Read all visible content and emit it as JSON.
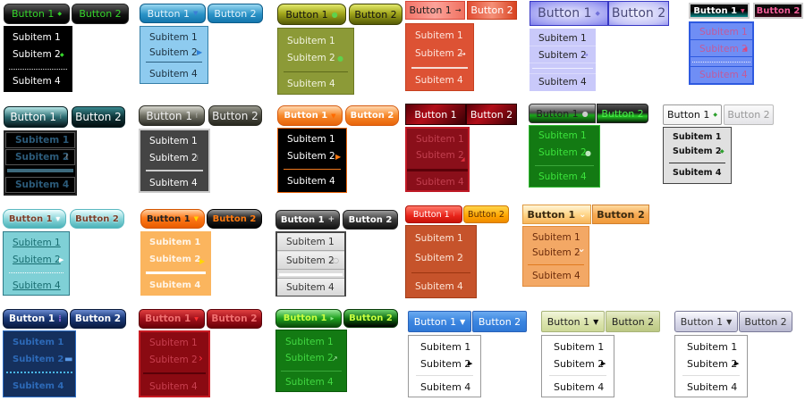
{
  "menus": [
    {
      "id": "m1",
      "button1": "Button 1",
      "button2": "Button 2",
      "items": [
        "Subitem 1",
        "Subitem 2",
        "Subitem 4"
      ],
      "theme": "black-green"
    },
    {
      "id": "m2",
      "button1": "Button 1",
      "button2": "Button 2",
      "items": [
        "Subitem 1",
        "Subitem 2",
        "Subitem 4"
      ],
      "theme": "sky-blue"
    },
    {
      "id": "m3",
      "button1": "Button 1",
      "button2": "Button 2",
      "items": [
        "Subitem 1",
        "Subitem 2",
        "Subitem 4"
      ],
      "theme": "olive"
    },
    {
      "id": "m4",
      "button1": "Button 1",
      "button2": "Button 2",
      "items": [
        "Subitem 1",
        "Subitem 2",
        "Subitem 4"
      ],
      "theme": "red-orange"
    },
    {
      "id": "m5",
      "button1": "Button 1",
      "button2": "Button 2",
      "items": [
        "Subitem 1",
        "Subitem 2",
        "Subitem 4"
      ],
      "theme": "lavender"
    },
    {
      "id": "m6",
      "button1": "Button 1",
      "button2": "Button 2",
      "items": [
        "Subitem 1",
        "Subitem 2",
        "Subitem 4"
      ],
      "theme": "black-pink"
    },
    {
      "id": "m7",
      "button1": "Button 1",
      "button2": "Button 2",
      "items": [
        "Subitem 1",
        "Subitem 2",
        "Subitem 4"
      ],
      "theme": "teal-dark"
    },
    {
      "id": "m8",
      "button1": "Button 1",
      "button2": "Button 2",
      "items": [
        "Subitem 1",
        "Subitem 2",
        "Subitem 4"
      ],
      "theme": "gray-dark"
    },
    {
      "id": "m9",
      "button1": "Button 1",
      "button2": "Button 2",
      "items": [
        "Subitem 1",
        "Subitem 2",
        "Subitem 4"
      ],
      "theme": "orange-black"
    },
    {
      "id": "m10",
      "button1": "Button 1",
      "button2": "Button 2",
      "items": [
        "Subitem 1",
        "Subitem 2",
        "Subitem 4"
      ],
      "theme": "crimson"
    },
    {
      "id": "m11",
      "button1": "Button 1",
      "button2": "Button 2",
      "items": [
        "Subitem 1",
        "Subitem 2",
        "Subitem 4"
      ],
      "theme": "neon-green"
    },
    {
      "id": "m12",
      "button1": "Button 1",
      "button2": "Button 2",
      "items": [
        "Subitem 1",
        "Subitem 2",
        "Subitem 4"
      ],
      "theme": "light-gray"
    },
    {
      "id": "m13",
      "button1": "Button 1",
      "button2": "Button 2",
      "items": [
        "Subitem 1",
        "Subitem 2",
        "Subitem 4"
      ],
      "theme": "aqua"
    },
    {
      "id": "m14",
      "button1": "Button 1",
      "button2": "Button 2",
      "items": [
        "Subitem 1",
        "Subitem 2",
        "Subitem 4"
      ],
      "theme": "tangerine"
    },
    {
      "id": "m15",
      "button1": "Button 1",
      "button2": "Button 2",
      "items": [
        "Subitem 1",
        "Subitem 2",
        "Subitem 4"
      ],
      "theme": "charcoal-silver"
    },
    {
      "id": "m16",
      "button1": "Button 1",
      "button2": "Button 2",
      "items": [
        "Subitem 1",
        "Subitem 2",
        "Subitem 4"
      ],
      "theme": "rust"
    },
    {
      "id": "m17",
      "button1": "Button 1",
      "button2": "Button 2",
      "items": [
        "Subitem 1",
        "Subitem 2",
        "Subitem 4"
      ],
      "theme": "peach"
    },
    {
      "id": "m18",
      "button1": "Button 1",
      "button2": "Button 2",
      "items": [
        "Subitem 1",
        "Subitem 2",
        "Subitem 4"
      ],
      "theme": "navy"
    },
    {
      "id": "m19",
      "button1": "Button 1",
      "button2": "Button 2",
      "items": [
        "Subitem 1",
        "Subitem 2",
        "Subitem 4"
      ],
      "theme": "dark-red"
    },
    {
      "id": "m20",
      "button1": "Button 1",
      "button2": "Button 2",
      "items": [
        "Subitem 1",
        "Subitem 2",
        "Subitem 4"
      ],
      "theme": "forest-green"
    },
    {
      "id": "m21",
      "button1": "Button 1",
      "button2": "Button 2",
      "items": [
        "Subitem 1",
        "Subitem 2",
        "Subitem 4"
      ],
      "theme": "xp-blue"
    },
    {
      "id": "m22",
      "button1": "Button 1",
      "button2": "Button 2",
      "items": [
        "Subitem 1",
        "Subitem 2",
        "Subitem 4"
      ],
      "theme": "xp-olive"
    },
    {
      "id": "m23",
      "button1": "Button 1",
      "button2": "Button 2",
      "items": [
        "Subitem 1",
        "Subitem 2",
        "Subitem 4"
      ],
      "theme": "xp-silver"
    }
  ],
  "icons": {
    "arrow_down": "▼",
    "arrow_right": "▶",
    "arrow_small_right": "→",
    "diamond": "◆",
    "dot": "●",
    "chevron_down": "⌄",
    "chevron_right": "›",
    "bars": "⧙"
  },
  "colors": {
    "neon_green": "#39d12b",
    "sky_blue": "#8ecbef",
    "olive": "#8c9a37",
    "red_orange": "#dd5234",
    "lavender": "#c9c9fa",
    "periwinkle": "#6f8ef5",
    "crimson": "#8a0f1a",
    "forest_green": "#137a13",
    "aqua": "#7fd0d6",
    "tangerine": "#fbb55e",
    "rust": "#c6532b",
    "peach": "#f3a865",
    "navy": "#15305d",
    "xp_blue": "#3c86e0"
  }
}
